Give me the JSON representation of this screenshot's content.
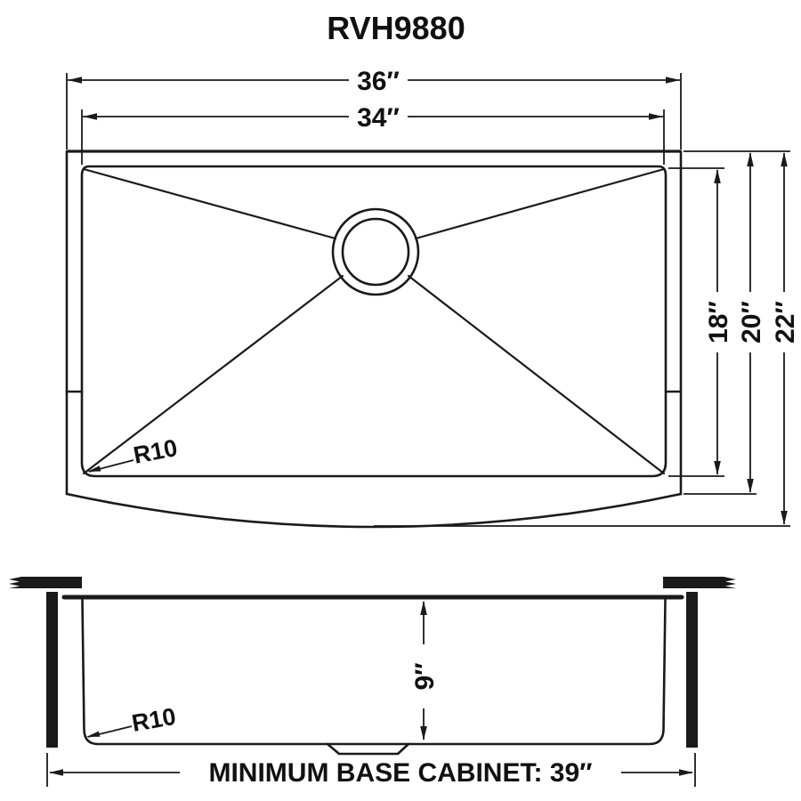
{
  "drawing": {
    "model": "RVH9880",
    "colors": {
      "line": "#1a1a1a",
      "background": "#ffffff"
    },
    "top_view": {
      "overall_width": "36″",
      "bowl_width": "34″",
      "bowl_depth": "18″",
      "rim_depth": "20″",
      "overall_depth": "22″",
      "corner_radius": "R10"
    },
    "side_view": {
      "bowl_height": "9″",
      "corner_radius": "R10",
      "min_base_cabinet": "MINIMUM BASE CABINET: 39″"
    }
  }
}
